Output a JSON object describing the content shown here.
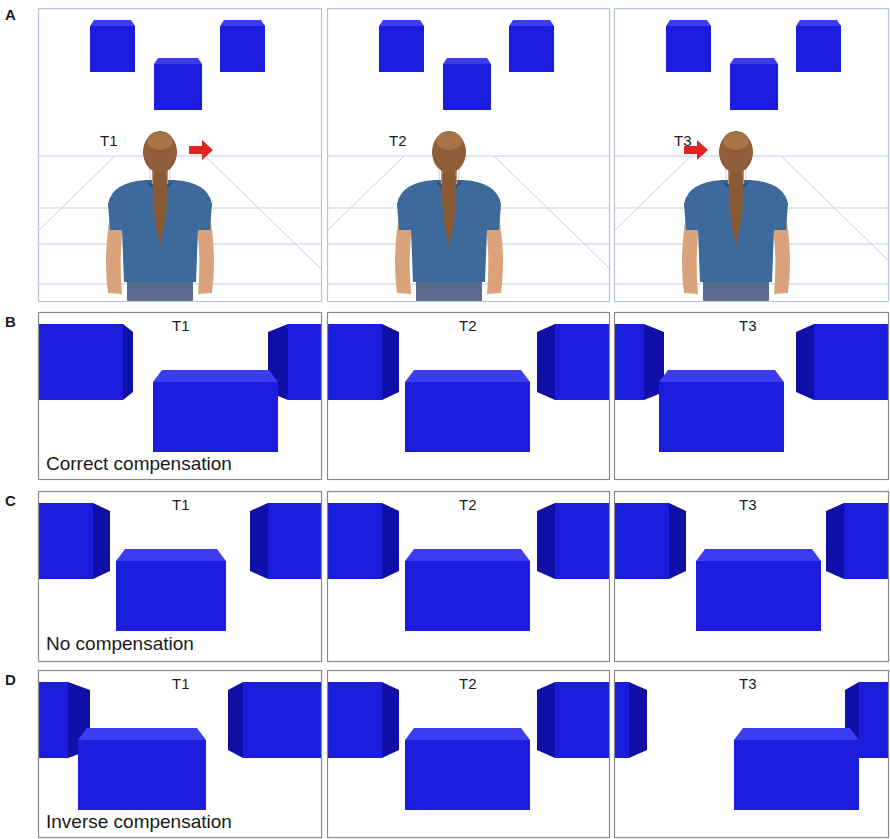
{
  "diagram": {
    "labels": [
      "A",
      "T1",
      "T2",
      "T3",
      "B",
      "T1",
      "T2",
      "T3",
      "Correct compensation",
      "C",
      "T1",
      "T2",
      "T3",
      "No compensation",
      "D",
      "T1",
      "T2",
      "T3",
      "Inverse compensation"
    ]
  }
}
